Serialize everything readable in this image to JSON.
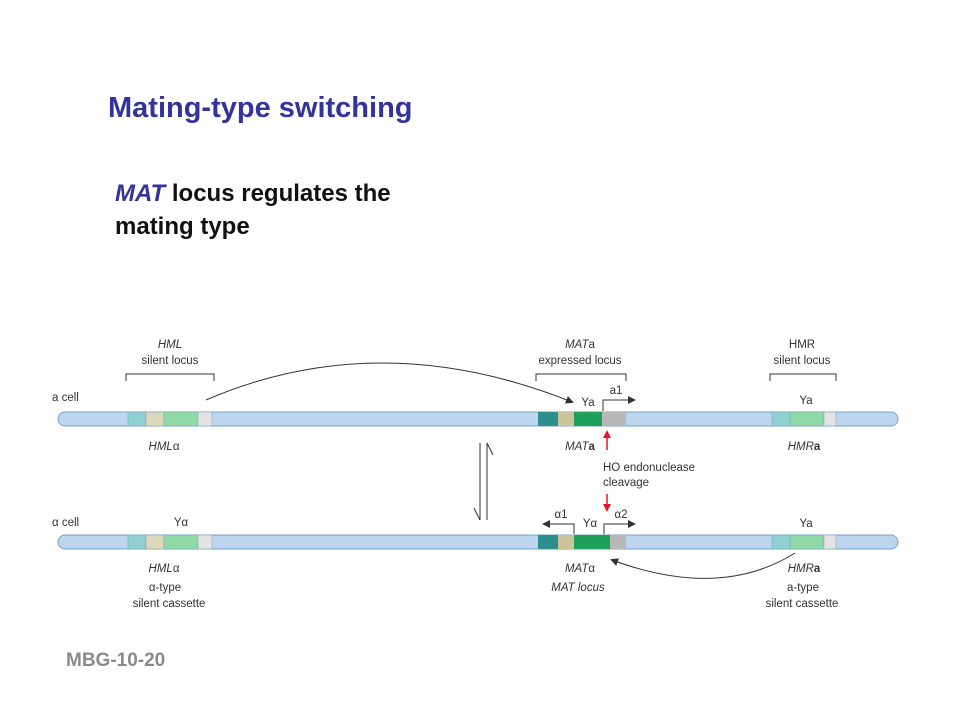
{
  "title": "Mating-type switching",
  "subtitle": {
    "em": "MAT",
    "line1_rest": " locus regulates the",
    "line2": "mating type"
  },
  "footer": "MBG-10-20",
  "diagram": {
    "hml": {
      "name": "HML",
      "desc": "silent locus"
    },
    "mata_expressed": {
      "name": "MAT",
      "suffix": "a",
      "desc": "expressed locus"
    },
    "hmr": {
      "name": "HMR",
      "desc": "silent locus"
    },
    "top": {
      "cell_label": "a cell",
      "mat_y": "Ya",
      "mat_gene": "a1",
      "hmr_y": "Ya",
      "hml_name": "HML",
      "hml_suffix": "α",
      "mat_name": "MAT",
      "mat_suffix": "a",
      "hmr_name": "HMR",
      "hmr_suffix": "a"
    },
    "cleavage": {
      "line1": "HO endonuclease",
      "line2": "cleavage"
    },
    "bottom": {
      "cell_label": "α cell",
      "hml_y": "Yα",
      "mat_y": "Yα",
      "gene_left": "α1",
      "gene_right": "α2",
      "hmr_y": "Ya",
      "hml_name": "HML",
      "hml_suffix": "α",
      "hml_desc1": "α-type",
      "hml_desc2": "silent cassette",
      "mat_name": "MAT",
      "mat_suffix": "α",
      "mat_locus": "MAT locus",
      "hmr_name": "HMR",
      "hmr_suffix": "a",
      "hmr_desc1": "a-type",
      "hmr_desc2": "silent cassette"
    }
  },
  "colors": {
    "title": "#33339a",
    "chromosome": "#bcd6ef",
    "cassette_green": "#8fd9a8",
    "mat_green": "#1fa05a",
    "teal": "#2b8f8c",
    "tan": "#c9c49a",
    "gray": "#c8c8c8",
    "red_arrow": "#e3172b"
  }
}
